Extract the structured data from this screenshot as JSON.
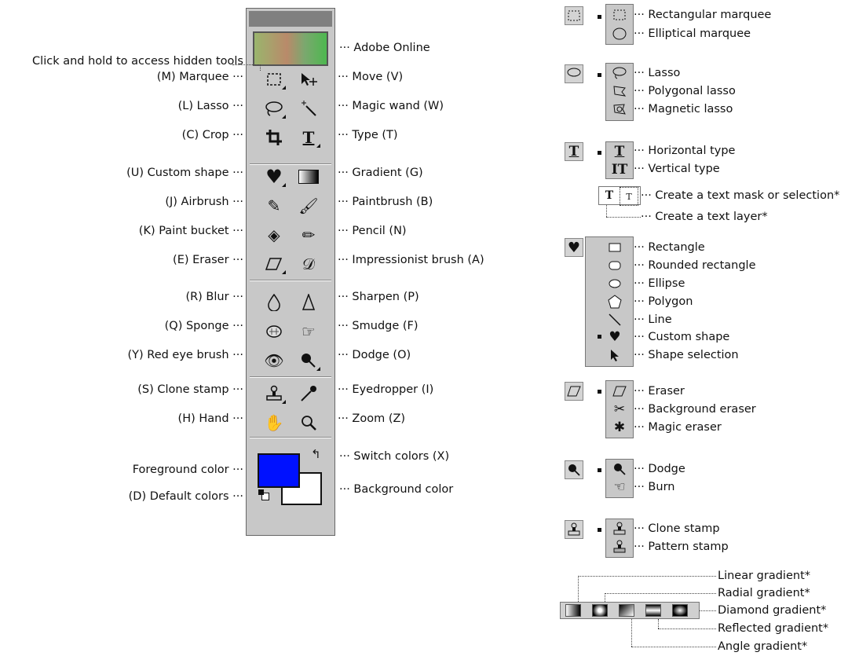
{
  "palette": {
    "adobe_online": "Adobe Online",
    "hidden_tools_note": "Click and hold to access hidden tools",
    "left_labels": [
      "(M) Marquee",
      "(L) Lasso",
      "(C) Crop",
      "(U) Custom shape",
      "(J) Airbrush",
      "(K) Paint bucket",
      "(E) Eraser",
      "(R) Blur",
      "(Q) Sponge",
      "(Y) Red eye brush",
      "(S) Clone stamp",
      "(H) Hand"
    ],
    "right_labels": [
      "Move (V)",
      "Magic wand (W)",
      "Type (T)",
      "Gradient (G)",
      "Paintbrush (B)",
      "Pencil (N)",
      "Impressionist brush (A)",
      "Sharpen (P)",
      "Smudge (F)",
      "Dodge (O)",
      "Eyedropper (I)",
      "Zoom (Z)"
    ],
    "left_icons": [
      "marquee-icon",
      "lasso-icon",
      "crop-icon",
      "custom-shape-icon",
      "airbrush-icon",
      "paint-bucket-icon",
      "eraser-icon",
      "blur-icon",
      "sponge-icon",
      "red-eye-brush-icon",
      "clone-stamp-icon",
      "hand-icon"
    ],
    "right_icons": [
      "move-icon",
      "magic-wand-icon",
      "type-icon",
      "gradient-icon",
      "paintbrush-icon",
      "pencil-icon",
      "impressionist-brush-icon",
      "sharpen-icon",
      "smudge-icon",
      "dodge-icon",
      "eyedropper-icon",
      "zoom-icon"
    ],
    "switch_colors": "Switch colors (X)",
    "foreground_color": "Foreground color",
    "background_color": "Background color",
    "default_colors": "(D) Default colors",
    "colors": {
      "foreground": "#0011ff",
      "background": "#ffffff"
    }
  },
  "groups": {
    "marquee": [
      "Rectangular marquee",
      "Elliptical marquee"
    ],
    "lasso": [
      "Lasso",
      "Polygonal lasso",
      "Magnetic lasso"
    ],
    "type": [
      "Horizontal type",
      "Vertical type"
    ],
    "type_mask": [
      "Create a text mask or selection*",
      "Create a text layer*"
    ],
    "shape": [
      "Rectangle",
      "Rounded rectangle",
      "Ellipse",
      "Polygon",
      "Line",
      "Custom shape",
      "Shape selection"
    ],
    "eraser": [
      "Eraser",
      "Background eraser",
      "Magic eraser"
    ],
    "dodge": [
      "Dodge",
      "Burn"
    ],
    "stamp": [
      "Clone stamp",
      "Pattern stamp"
    ],
    "gradient": [
      "Linear gradient*",
      "Radial gradient*",
      "Diamond gradient*",
      "Reflected gradient*",
      "Angle gradient*"
    ]
  }
}
